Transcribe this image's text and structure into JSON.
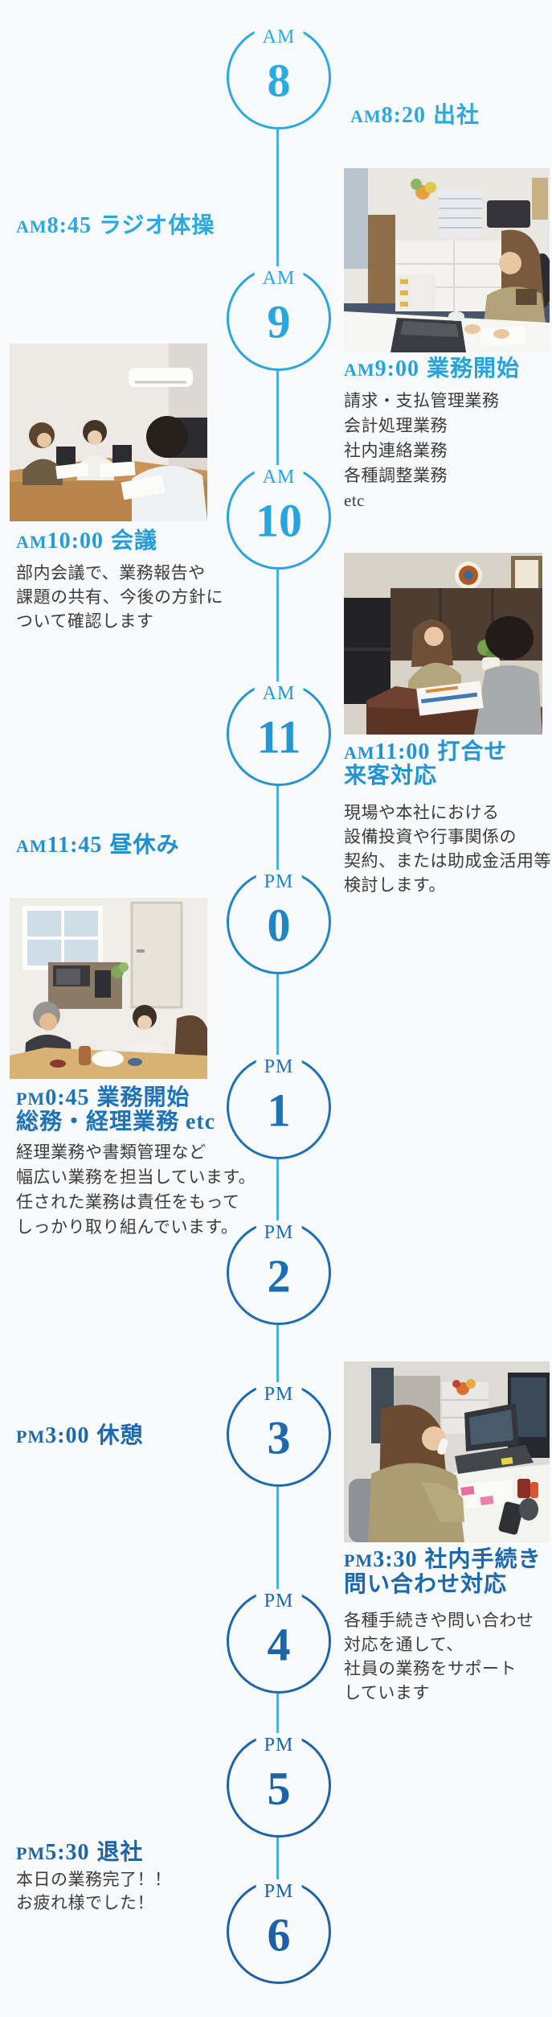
{
  "colors": {
    "background": "#f8fafb",
    "connector_line": "#45b2e2",
    "body_text": "#3b3b3b",
    "am_accent": "#29abe2",
    "pm_accent": "#1d60a5"
  },
  "timeline": {
    "hours": [
      {
        "period": "AM",
        "hour": "8",
        "color": "#29abe2"
      },
      {
        "period": "AM",
        "hour": "9",
        "color": "#28a6de"
      },
      {
        "period": "AM",
        "hour": "10",
        "color": "#2aa4de"
      },
      {
        "period": "AM",
        "hour": "11",
        "color": "#2496d2"
      },
      {
        "period": "PM",
        "hour": "0",
        "color": "#1f85c4"
      },
      {
        "period": "PM",
        "hour": "1",
        "color": "#1d72b6"
      },
      {
        "period": "PM",
        "hour": "2",
        "color": "#1c6db1"
      },
      {
        "period": "PM",
        "hour": "3",
        "color": "#1b69ae"
      },
      {
        "period": "PM",
        "hour": "4",
        "color": "#1b66ab"
      },
      {
        "period": "PM",
        "hour": "5",
        "color": "#1c63a8"
      },
      {
        "period": "PM",
        "hour": "6",
        "color": "#1d60a5"
      }
    ]
  },
  "events": [
    {
      "period": "AM",
      "clock": "8:20",
      "label": "出社",
      "color": "#29a9e0"
    },
    {
      "period": "AM",
      "clock": "8:45",
      "label": "ラジオ体操",
      "color": "#29a9e0"
    },
    {
      "period": "AM",
      "clock": "9:00",
      "label": "業務開始",
      "color": "#27a3dc",
      "photo": "woman-working-at-desk",
      "body": [
        "請求・支払管理業務",
        "会計処理業務",
        "社内連絡業務",
        "各種調整業務",
        "etc"
      ]
    },
    {
      "period": "AM",
      "clock": "10:00",
      "label": "会議",
      "color": "#259cd7",
      "photo": "meeting-room-discussion",
      "body": [
        "部内会議で、業務報告や",
        "課題の共有、今後の方針に",
        "ついて確認します"
      ]
    },
    {
      "period": "AM",
      "clock": "11:00",
      "label": "打合せ",
      "label2": "来客対応",
      "color": "#2394d1",
      "photo": "client-meeting",
      "body": [
        "現場や本社における",
        "設備投資や行事関係の",
        "契約、または助成金活用等",
        "検討します。"
      ]
    },
    {
      "period": "AM",
      "clock": "11:45",
      "label": "昼休み",
      "color": "#2190cd",
      "photo": "lunch-break"
    },
    {
      "period": "PM",
      "clock": "0:45",
      "label": "業務開始",
      "label2": "総務・経理業務 etc",
      "color": "#1d73b8",
      "body": [
        "経理業務や書類管理など",
        "幅広い業務を担当しています。",
        "任された業務は責任をもって",
        "しっかり取り組んでいます。"
      ]
    },
    {
      "period": "PM",
      "clock": "3:00",
      "label": "休憩",
      "color": "#1b69ae"
    },
    {
      "period": "PM",
      "clock": "3:30",
      "label": "社内手続き",
      "label2": "問い合わせ対応",
      "color": "#1b68ad",
      "photo": "phone-support-at-desk",
      "body": [
        "各種手続きや問い合わせ",
        "対応を通して、",
        "社員の業務をサポート",
        "しています"
      ]
    },
    {
      "period": "PM",
      "clock": "5:30",
      "label": "退社",
      "color": "#1c63a8",
      "body": [
        "本日の業務完了！！",
        "お疲れ様でした！"
      ]
    }
  ]
}
